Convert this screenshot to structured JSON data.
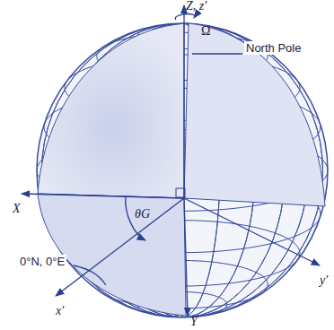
{
  "diagram": {
    "labels": [
      "Z, z′",
      "Ω",
      "North Pole",
      "X",
      "θG",
      "0°N, 0°E",
      "x′",
      "Y",
      "y′"
    ]
  }
}
